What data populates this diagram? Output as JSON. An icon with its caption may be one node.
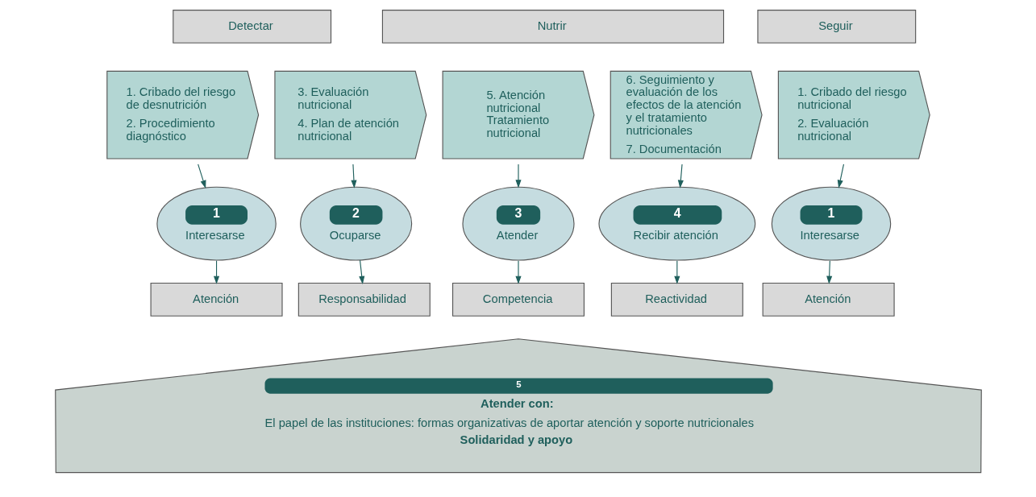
{
  "diagram": {
    "nodes": [
      {
        "text": [
          "Detectar"
        ]
      },
      {
        "text": [
          "Nutrir"
        ]
      },
      {
        "text": [
          "Seguir"
        ]
      },
      {
        "text": [
          "1. Cribado del riesgo de desnutrición",
          "2. Procedimiento diagnóstico"
        ]
      },
      {
        "text": [
          "3. Evaluación nutricional",
          "4. Plan de atención nutricional"
        ]
      },
      {
        "text": [
          "5. Atención nutricional Tratamiento nutricional"
        ]
      },
      {
        "text": [
          "6. Seguimiento y evaluación de los efectos de la atención y el tratamiento nutricionales",
          "7. Documentación"
        ]
      },
      {
        "text": [
          "1. Cribado del riesgo nutricional",
          "2. Evaluación nutricional"
        ]
      },
      {
        "text": [
          "1",
          "Interesarse"
        ]
      },
      {
        "text": [
          "2",
          "Ocuparse"
        ]
      },
      {
        "text": [
          "3",
          "Atender"
        ]
      },
      {
        "text": [
          "4",
          "Recibir atención"
        ]
      },
      {
        "text": [
          "1",
          "Interesarse"
        ]
      },
      {
        "text": [
          "Atención"
        ]
      },
      {
        "text": [
          "Responsabilidad"
        ]
      },
      {
        "text": [
          "Competencia"
        ]
      },
      {
        "text": [
          "Reactividad"
        ]
      },
      {
        "text": [
          "Atención"
        ]
      },
      {
        "text": [
          "5",
          "Atender con:",
          "El papel de las instituciones: formas organizativas de aportar atención y soporte nutricionales",
          "Solidaridad y apoyo"
        ]
      }
    ],
    "edges": [
      {
        "from": 3,
        "to": 8,
        "arrow": "to"
      },
      {
        "from": 4,
        "to": 9,
        "arrow": "to"
      },
      {
        "from": 5,
        "to": 10,
        "arrow": "to"
      },
      {
        "from": 6,
        "to": 11,
        "arrow": "to"
      },
      {
        "from": 7,
        "to": 12,
        "arrow": "to"
      },
      {
        "from": 8,
        "to": 13,
        "arrow": "to"
      },
      {
        "from": 9,
        "to": 14,
        "arrow": "to"
      },
      {
        "from": 10,
        "to": 15,
        "arrow": "to"
      },
      {
        "from": 11,
        "to": 16,
        "arrow": "to"
      },
      {
        "from": 12,
        "to": 17,
        "arrow": "to"
      }
    ]
  }
}
